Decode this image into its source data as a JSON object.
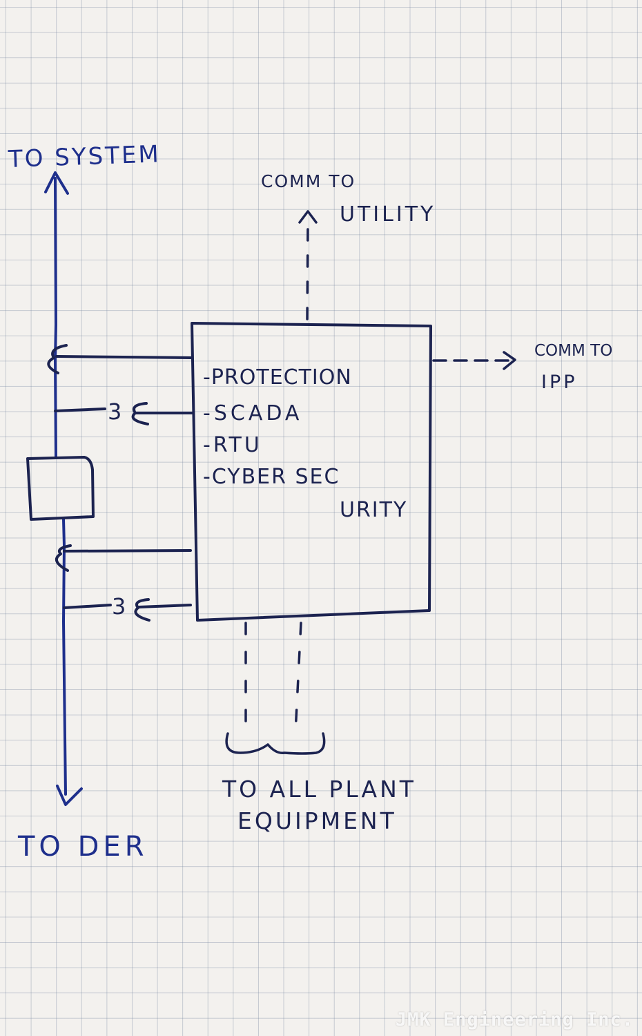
{
  "labels": {
    "to_system": "TO SYSTEM",
    "to_der": "TO DER",
    "comm_utility_line1": "COMM TO",
    "comm_utility_line2": "UTILITY",
    "comm_ipp_line1": "COMM TO",
    "comm_ipp_line2": "IPP",
    "plant_line1": "TO ALL PLANT",
    "plant_line2": "EQUIPMENT"
  },
  "controller_functions": [
    "-PROTECTION",
    "-SCADA",
    "-RTU",
    "-CYBER SEC"
  ],
  "controller_function_continuation": "URITY",
  "ct_vt_symbols": {
    "vt_upper": "3",
    "vt_lower": "3"
  },
  "watermark": "JMK Engineering Inc.",
  "colors": {
    "ink_dark": "#1c2350",
    "ink_blue": "#1e2f8c",
    "paper": "#f3f1ee"
  }
}
